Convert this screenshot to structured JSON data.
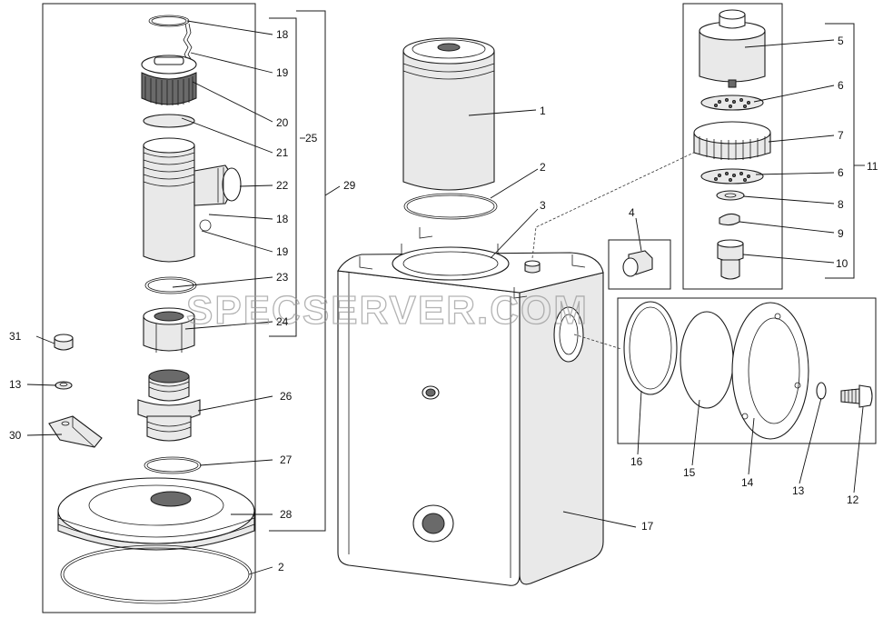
{
  "watermark": "SPECSERVER.COM",
  "callouts": [
    {
      "id": "c-18a",
      "text": "18"
    },
    {
      "id": "c-19a",
      "text": "19"
    },
    {
      "id": "c-20",
      "text": "20"
    },
    {
      "id": "c-21",
      "text": "21"
    },
    {
      "id": "c-22",
      "text": "22"
    },
    {
      "id": "c-18b",
      "text": "18"
    },
    {
      "id": "c-19b",
      "text": "19"
    },
    {
      "id": "c-23",
      "text": "23"
    },
    {
      "id": "c-24",
      "text": "24"
    },
    {
      "id": "c-25",
      "text": "25"
    },
    {
      "id": "c-29",
      "text": "29"
    },
    {
      "id": "c-31",
      "text": "31"
    },
    {
      "id": "c-13a",
      "text": "13"
    },
    {
      "id": "c-30",
      "text": "30"
    },
    {
      "id": "c-26",
      "text": "26"
    },
    {
      "id": "c-27",
      "text": "27"
    },
    {
      "id": "c-28",
      "text": "28"
    },
    {
      "id": "c-2a",
      "text": "2"
    },
    {
      "id": "c-1",
      "text": "1"
    },
    {
      "id": "c-2b",
      "text": "2"
    },
    {
      "id": "c-3",
      "text": "3"
    },
    {
      "id": "c-4",
      "text": "4"
    },
    {
      "id": "c-5",
      "text": "5"
    },
    {
      "id": "c-6a",
      "text": "6"
    },
    {
      "id": "c-7",
      "text": "7"
    },
    {
      "id": "c-6b",
      "text": "6"
    },
    {
      "id": "c-8",
      "text": "8"
    },
    {
      "id": "c-9",
      "text": "9"
    },
    {
      "id": "c-10",
      "text": "10"
    },
    {
      "id": "c-11",
      "text": "11"
    },
    {
      "id": "c-16",
      "text": "16"
    },
    {
      "id": "c-15",
      "text": "15"
    },
    {
      "id": "c-14",
      "text": "14"
    },
    {
      "id": "c-13b",
      "text": "13"
    },
    {
      "id": "c-12",
      "text": "12"
    },
    {
      "id": "c-17",
      "text": "17"
    }
  ]
}
